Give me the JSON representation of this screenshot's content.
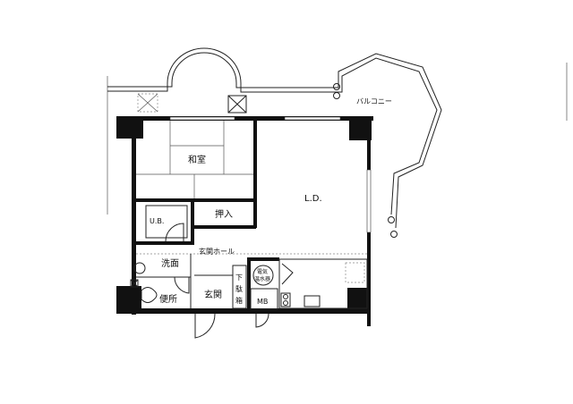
{
  "floor_plan": {
    "rooms": {
      "washitsu": "和室",
      "ld": "L.D.",
      "oshiire": "押入",
      "ub": "U.B.",
      "genkan_hall": "玄関ホール",
      "senmen": "洗面",
      "benjo": "便所",
      "genkan": "玄関",
      "getabako": [
        "下",
        "駄",
        "箱"
      ],
      "water_heater": [
        "電気",
        "温水器"
      ],
      "mb": "MB",
      "balcony": "バルコニー"
    }
  }
}
